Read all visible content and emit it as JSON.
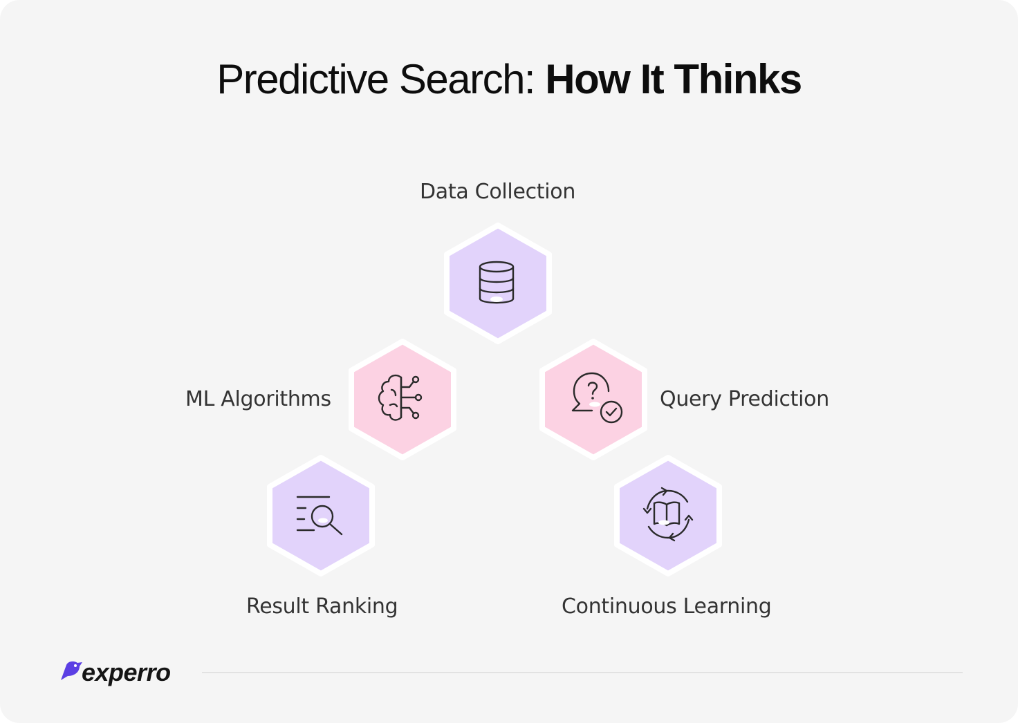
{
  "title": {
    "light": "Predictive Search:",
    "bold": "How It Thinks"
  },
  "steps": [
    {
      "label": "Data Collection",
      "icon": "database-icon",
      "color": "#e2d3fb"
    },
    {
      "label": "ML Algorithms",
      "icon": "brain-circuit-icon",
      "color": "#fcd2e3"
    },
    {
      "label": "Query Prediction",
      "icon": "question-chat-check-icon",
      "color": "#fcd2e3"
    },
    {
      "label": "Result Ranking",
      "icon": "search-list-icon",
      "color": "#e2d3fb"
    },
    {
      "label": "Continuous Learning",
      "icon": "book-cycle-icon",
      "color": "#e2d3fb"
    }
  ],
  "brand": {
    "name": "experro",
    "accent": "#5b3fe4"
  }
}
